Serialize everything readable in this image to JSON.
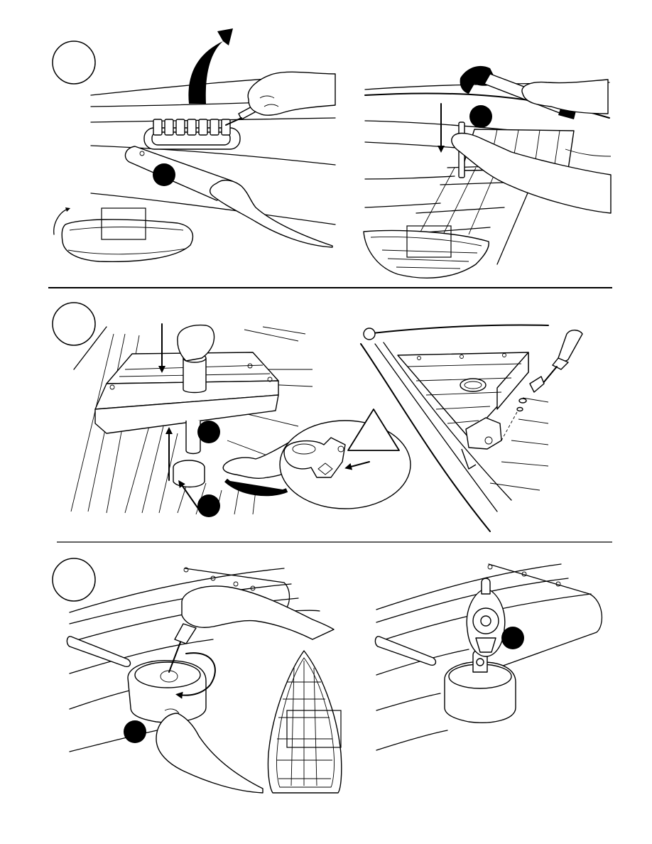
{
  "page": {
    "background": "#ffffff",
    "ink": "#000000"
  },
  "steps": [
    {
      "id": "step-1",
      "marker_text": ""
    },
    {
      "id": "step-2",
      "marker_text": ""
    },
    {
      "id": "step-3",
      "marker_text": ""
    }
  ],
  "panels": [
    {
      "id": "panel-1a",
      "illustration": "remove-gunwale-cover"
    },
    {
      "id": "panel-1b",
      "illustration": "hammer-pin-into-seat"
    },
    {
      "id": "panel-2a",
      "illustration": "install-mast-step-collar"
    },
    {
      "id": "panel-2b",
      "illustration": "attach-seat-bracket-with-screwdriver"
    },
    {
      "id": "panel-3a",
      "illustration": "insert-pin-in-mast-step"
    },
    {
      "id": "panel-3b",
      "illustration": "attach-block-to-mast-step"
    }
  ],
  "icons": {
    "detail_warning": "triangle-icon",
    "callout": "filled-dot-icon",
    "direction": "arrow-icon"
  }
}
